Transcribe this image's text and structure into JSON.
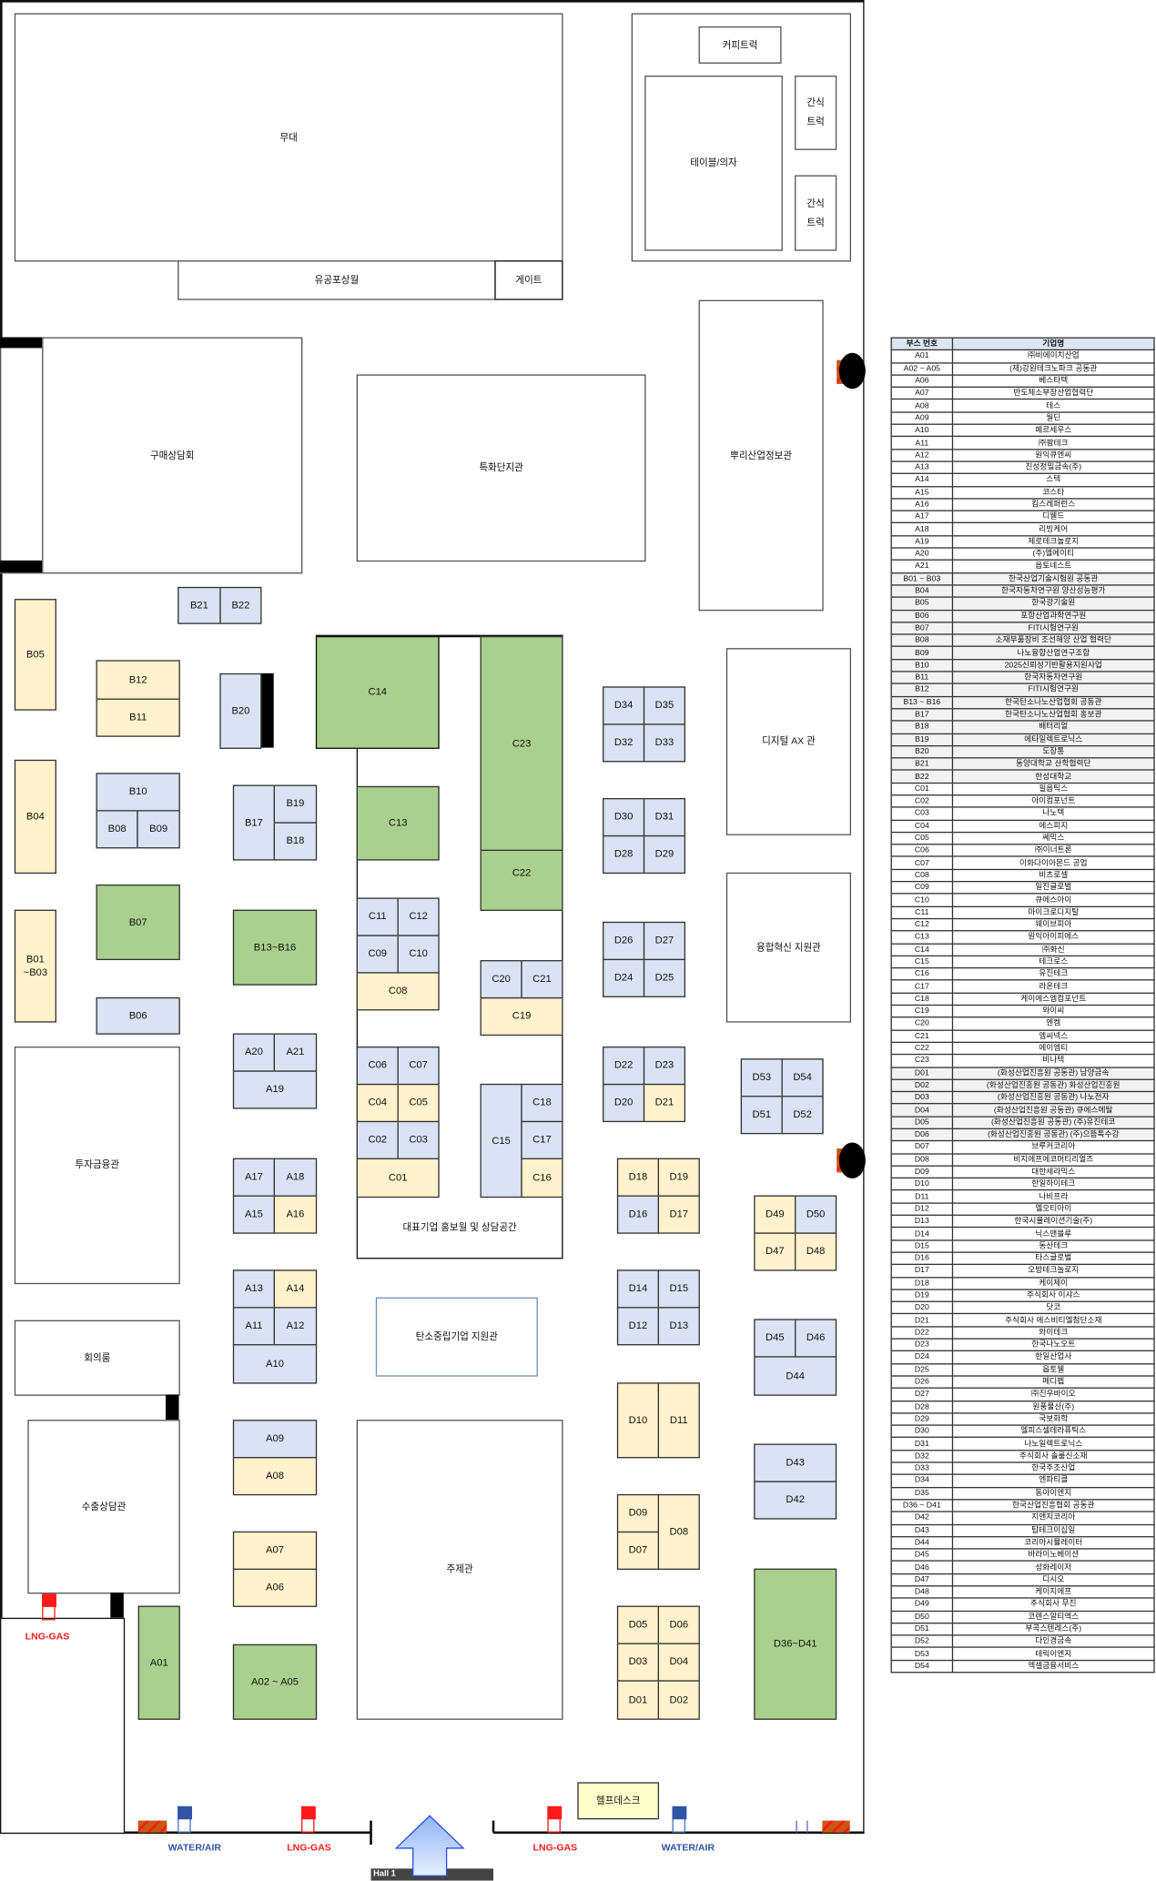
{
  "zones": {
    "stage": "무대",
    "award_wall": "유공포상월",
    "gate": "게이트",
    "coffee_truck": "커피트럭",
    "tables_chairs": "테이블/의자",
    "snack_truck_1": "간식\n트럭",
    "snack_truck_2": "간식\n트럭",
    "purchase_consulting": "구매상담회",
    "specialized_complex": "특화단지관",
    "root_industry_info": "뿌리산업정보관",
    "digital_ax": "디지털 AX 관",
    "convergence_innovation": "융합혁신 지원관",
    "investment_finance": "투자금융관",
    "meeting_room": "회의룸",
    "export_consulting": "수출상담관",
    "carbon_neutral": "탄소중립기업 지원관",
    "theme_hall": "주제관",
    "rep_company_wall": "대표기업 홍보월 및 상담공간",
    "help_desk": "헬프데스크",
    "hall": "Hall 1"
  },
  "utilities": {
    "lng_gas": "LNG-GAS",
    "water_air": "WATER/AIR"
  },
  "colors": {
    "green": "#a9d08e",
    "beige": "#fff2cc",
    "blue": "#dae3f3",
    "gas": "#ff1a1a",
    "water": "#2f55a4"
  },
  "booths": {
    "A01": "A01",
    "A02_A05": "A02 ~ A05",
    "A06": "A06",
    "A07": "A07",
    "A08": "A08",
    "A09": "A09",
    "A10": "A10",
    "A11": "A11",
    "A12": "A12",
    "A13": "A13",
    "A14": "A14",
    "A15": "A15",
    "A16": "A16",
    "A17": "A17",
    "A18": "A18",
    "A19": "A19",
    "A20": "A20",
    "A21": "A21",
    "B01_B03": "B01\n~B03",
    "B04": "B04",
    "B05": "B05",
    "B06": "B06",
    "B07": "B07",
    "B08": "B08",
    "B09": "B09",
    "B10": "B10",
    "B11": "B11",
    "B12": "B12",
    "B13_B16": "B13~B16",
    "B17": "B17",
    "B18": "B18",
    "B19": "B19",
    "B20": "B20",
    "B21": "B21",
    "B22": "B22",
    "C01": "C01",
    "C02": "C02",
    "C03": "C03",
    "C04": "C04",
    "C05": "C05",
    "C06": "C06",
    "C07": "C07",
    "C08": "C08",
    "C09": "C09",
    "C10": "C10",
    "C11": "C11",
    "C12": "C12",
    "C13": "C13",
    "C14": "C14",
    "C15": "C15",
    "C16": "C16",
    "C17": "C17",
    "C18": "C18",
    "C19": "C19",
    "C20": "C20",
    "C21": "C21",
    "C22": "C22",
    "C23": "C23",
    "D01": "D01",
    "D02": "D02",
    "D03": "D03",
    "D04": "D04",
    "D05": "D05",
    "D06": "D06",
    "D07": "D07",
    "D08": "D08",
    "D09": "D09",
    "D10": "D10",
    "D11": "D11",
    "D12": "D12",
    "D13": "D13",
    "D14": "D14",
    "D15": "D15",
    "D16": "D16",
    "D17": "D17",
    "D18": "D18",
    "D19": "D19",
    "D20": "D20",
    "D21": "D21",
    "D22": "D22",
    "D23": "D23",
    "D24": "D24",
    "D25": "D25",
    "D26": "D26",
    "D27": "D27",
    "D28": "D28",
    "D29": "D29",
    "D30": "D30",
    "D31": "D31",
    "D32": "D32",
    "D33": "D33",
    "D34": "D34",
    "D35": "D35",
    "D36_D41": "D36~D41",
    "D42": "D42",
    "D43": "D43",
    "D44": "D44",
    "D45": "D45",
    "D46": "D46",
    "D47": "D47",
    "D48": "D48",
    "D49": "D49",
    "D50": "D50",
    "D51": "D51",
    "D52": "D52",
    "D53": "D53",
    "D54": "D54"
  },
  "directory": {
    "headers": [
      "부스 번호",
      "기업명"
    ],
    "rows": [
      [
        "A01",
        "㈜비에이치산업"
      ],
      [
        "A02 ~ A05",
        "(재)강원테크노파크 공동관"
      ],
      [
        "A06",
        "베스타텍"
      ],
      [
        "A07",
        "반도체소부장산업협력단"
      ],
      [
        "A08",
        "테스"
      ],
      [
        "A09",
        "월딘"
      ],
      [
        "A10",
        "페르세우스"
      ],
      [
        "A11",
        "㈜팜테크"
      ],
      [
        "A12",
        "원익큐엔씨"
      ],
      [
        "A13",
        "진성정밀금속(주)"
      ],
      [
        "A14",
        "스텍"
      ],
      [
        "A15",
        "코스타"
      ],
      [
        "A16",
        "킴스레퍼런스"
      ],
      [
        "A17",
        "디웰드"
      ],
      [
        "A18",
        "리빙케어"
      ],
      [
        "A19",
        "제로테크놀로지"
      ],
      [
        "A20",
        "(주)엘에이티"
      ],
      [
        "A21",
        "옵토네스트"
      ],
      [
        "B01 ~ B03",
        "한국산업기술시험원 공동관"
      ],
      [
        "B04",
        "한국자동차연구원 양산성능평가"
      ],
      [
        "B05",
        "한국광기술원"
      ],
      [
        "B06",
        "포항산업과학연구원"
      ],
      [
        "B07",
        "FITI시험연구원"
      ],
      [
        "B08",
        "소재부품장비 조선해양 산업 협력단"
      ],
      [
        "B09",
        "나노융합산업연구조합"
      ],
      [
        "B10",
        "2025신뢰성기반활용지원사업"
      ],
      [
        "B11",
        "한국자동차연구원"
      ],
      [
        "B12",
        "FITI시험연구원"
      ],
      [
        "B13 ~ B16",
        "한국탄소나노산업협회 공동관"
      ],
      [
        "B17",
        "한국탄소나노산업협회 홍보관"
      ],
      [
        "B18",
        "배터리얼"
      ],
      [
        "B19",
        "에타일렉트로닉스"
      ],
      [
        "B20",
        "도장통"
      ],
      [
        "B21",
        "동양대학교 산학협력단"
      ],
      [
        "B22",
        "한성대학교"
      ],
      [
        "C01",
        "필옵틱스"
      ],
      [
        "C02",
        "아이컴포넌트"
      ],
      [
        "C03",
        "나노텍"
      ],
      [
        "C04",
        "에스피지"
      ],
      [
        "C05",
        "쎄믹스"
      ],
      [
        "C06",
        "㈜이너트론"
      ],
      [
        "C07",
        "이화다이아몬드 공업"
      ],
      [
        "C08",
        "비츠로셀"
      ],
      [
        "C09",
        "일진글로벌"
      ],
      [
        "C10",
        "큐에스아이"
      ],
      [
        "C11",
        "마이크로디지탈"
      ],
      [
        "C12",
        "웨이브피아"
      ],
      [
        "C13",
        "원익아이피에스"
      ],
      [
        "C14",
        "㈜화신"
      ],
      [
        "C15",
        "테크로스"
      ],
      [
        "C16",
        "유진테크"
      ],
      [
        "C17",
        "라온테크"
      ],
      [
        "C18",
        "케이에스엠컴포넌트"
      ],
      [
        "C19",
        "와이씨"
      ],
      [
        "C20",
        "엔켐"
      ],
      [
        "C21",
        "엠씨넥스"
      ],
      [
        "C22",
        "에이엠티"
      ],
      [
        "C23",
        "비나텍"
      ],
      [
        "D01",
        "(화성산업진흥원 공동관) 남양금속"
      ],
      [
        "D02",
        "(화성산업진흥원 공동관) 화성산업진흥원"
      ],
      [
        "D03",
        "(화성산업진흥원 공동관) 나노전자"
      ],
      [
        "D04",
        "(화성산업진흥원 공동관) 큐에스메탈"
      ],
      [
        "D05",
        "(화성산업진흥원 공동관) (주)유진테코"
      ],
      [
        "D06",
        "(화성산업진흥원 공동관) (주)으뜸특수강"
      ],
      [
        "D07",
        "브루커코리아"
      ],
      [
        "D08",
        "비지에프에코머티리얼즈"
      ],
      [
        "D09",
        "대한세라믹스"
      ],
      [
        "D10",
        "한일하이테크"
      ],
      [
        "D11",
        "나비프라"
      ],
      [
        "D12",
        "엘오티아이"
      ],
      [
        "D13",
        "한국시뮬레이션기술(주)"
      ],
      [
        "D14",
        "닉스앤블루"
      ],
      [
        "D15",
        "동산테크"
      ],
      [
        "D16",
        "타스글로벌"
      ],
      [
        "D17",
        "오방테크놀로지"
      ],
      [
        "D18",
        "케이제이"
      ],
      [
        "D19",
        "주식회사 이샤스"
      ],
      [
        "D20",
        "닷코"
      ],
      [
        "D21",
        "주식회사 에스비티엘첨단소재"
      ],
      [
        "D22",
        "와이테크"
      ],
      [
        "D23",
        "한국나노오트"
      ],
      [
        "D24",
        "한일산업사"
      ],
      [
        "D25",
        "옵토웰"
      ],
      [
        "D26",
        "메디펩"
      ],
      [
        "D27",
        "㈜진우바이오"
      ],
      [
        "D28",
        "원풍물산(주)"
      ],
      [
        "D29",
        "국보화학"
      ],
      [
        "D30",
        "엘피스셀테라퓨틱스"
      ],
      [
        "D31",
        "나노일렉트로닉스"
      ],
      [
        "D32",
        "주식회사 솔룸신소재"
      ],
      [
        "D33",
        "한국주조산업"
      ],
      [
        "D34",
        "엔파티클"
      ],
      [
        "D35",
        "동아이엔지"
      ],
      [
        "D36 ~ D41",
        "한국산업진흥협회 공동관"
      ],
      [
        "D42",
        "지앤지코리아"
      ],
      [
        "D43",
        "탑테크이십일"
      ],
      [
        "D44",
        "코리아시뮬레이터"
      ],
      [
        "D45",
        "바라이노베이션"
      ],
      [
        "D46",
        "성화레이저"
      ],
      [
        "D47",
        "디시오"
      ],
      [
        "D48",
        "케이지에프"
      ],
      [
        "D49",
        "주식회사 무진"
      ],
      [
        "D50",
        "코렌스알티엑스"
      ],
      [
        "D51",
        "부곡스텐레스(주)"
      ],
      [
        "D52",
        "다인경금속"
      ],
      [
        "D53",
        "테릭이엔지"
      ],
      [
        "D54",
        "엑셀금융서비스"
      ]
    ]
  }
}
